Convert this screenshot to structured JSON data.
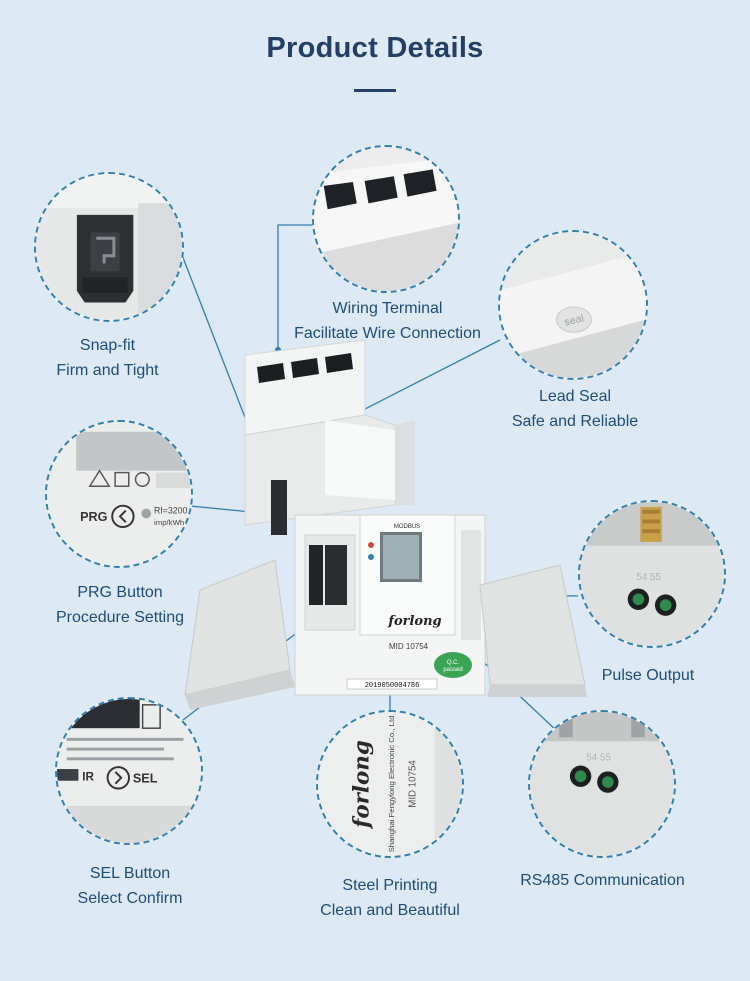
{
  "title": "Product Details",
  "accent_color": "#233f66",
  "pointer_color": "#2f7fb0",
  "callouts": {
    "snap_fit": {
      "line1": "Snap-fit",
      "line2": "Firm and Tight"
    },
    "wiring_terminal": {
      "line1": "Wiring Terminal",
      "line2": "Facilitate Wire Connection"
    },
    "lead_seal": {
      "line1": "Lead Seal",
      "line2": "Safe and Reliable",
      "mark_text": "seal"
    },
    "prg_button": {
      "line1": "PRG Button",
      "line2": "Procedure Setting",
      "button_text": "PRG",
      "ri_text": "RI=3200",
      "unit_text": "imp/kWh"
    },
    "pulse_output": {
      "line1": "Pulse Output",
      "terminal_labels": "54  55"
    },
    "sel_button": {
      "line1": "SEL Button",
      "line2": "Select Confirm",
      "button_text": "SEL",
      "ir_text": "IR"
    },
    "steel_printing": {
      "line1": "Steel Printing",
      "line2": "Clean and Beautiful",
      "brand_text": "forlong",
      "company_text": "Shanghai Fengylong Electronic Co., Ltd",
      "model_text": "MID 10754"
    },
    "rs485": {
      "line1": "RS485 Communication",
      "terminal_labels": "54  55"
    }
  },
  "product": {
    "brand": "forlong",
    "model": "MID 10754",
    "serial": "2019050004786",
    "badge_line1": "Q.C.",
    "badge_line2": "passed",
    "protocol": "MODBUS"
  }
}
